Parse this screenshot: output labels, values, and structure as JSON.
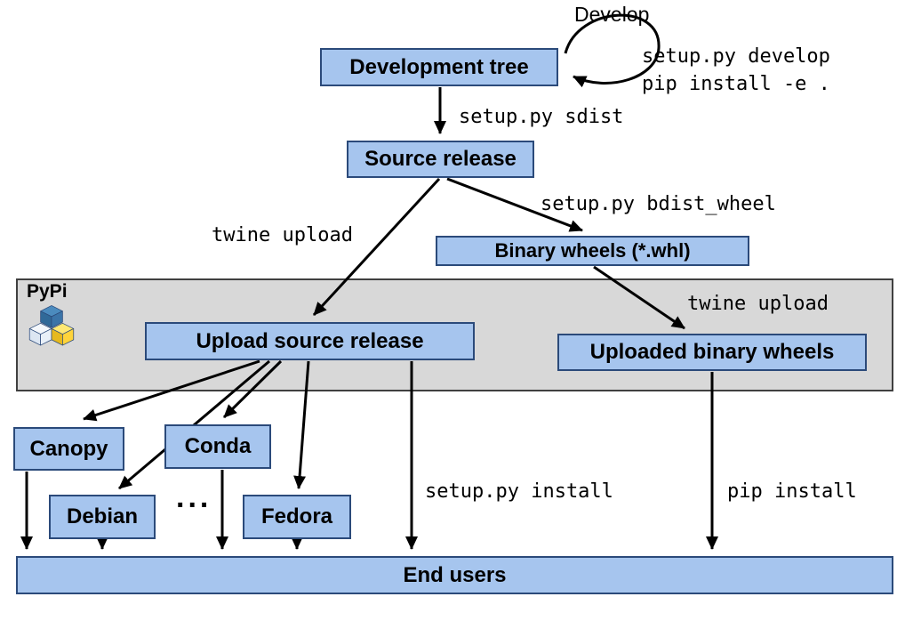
{
  "nodes": {
    "development_tree": {
      "label": "Development tree"
    },
    "source_release": {
      "label": "Source release"
    },
    "binary_wheels": {
      "label": "Binary wheels (*.whl)"
    },
    "upload_source_release": {
      "label": "Upload source release"
    },
    "uploaded_binary_wheels": {
      "label": "Uploaded binary wheels"
    },
    "canopy": {
      "label": "Canopy"
    },
    "conda": {
      "label": "Conda"
    },
    "debian": {
      "label": "Debian"
    },
    "fedora": {
      "label": "Fedora"
    },
    "end_users": {
      "label": "End users"
    }
  },
  "labels": {
    "develop": "Develop",
    "dev_cmd_1": "setup.py develop",
    "dev_cmd_2": "pip install -e .",
    "sdist": "setup.py sdist",
    "twine_upload_left": "twine upload",
    "bdist_wheel": "setup.py bdist_wheel",
    "twine_upload_right": "twine upload",
    "setup_install": "setup.py install",
    "pip_install": "pip install",
    "pypi": "PyPi",
    "ellipsis": "..."
  },
  "colors": {
    "node_fill": "#a6c5ee",
    "node_border": "#2b4a7a",
    "pypi_band_fill": "#d8d8d8",
    "pypi_band_border": "#404040",
    "arrow": "#000000",
    "pypi_logo_blue": "#306998",
    "pypi_logo_light_blue": "#4b8bbe",
    "pypi_logo_yellow": "#ffd43b",
    "text": "#000000"
  }
}
